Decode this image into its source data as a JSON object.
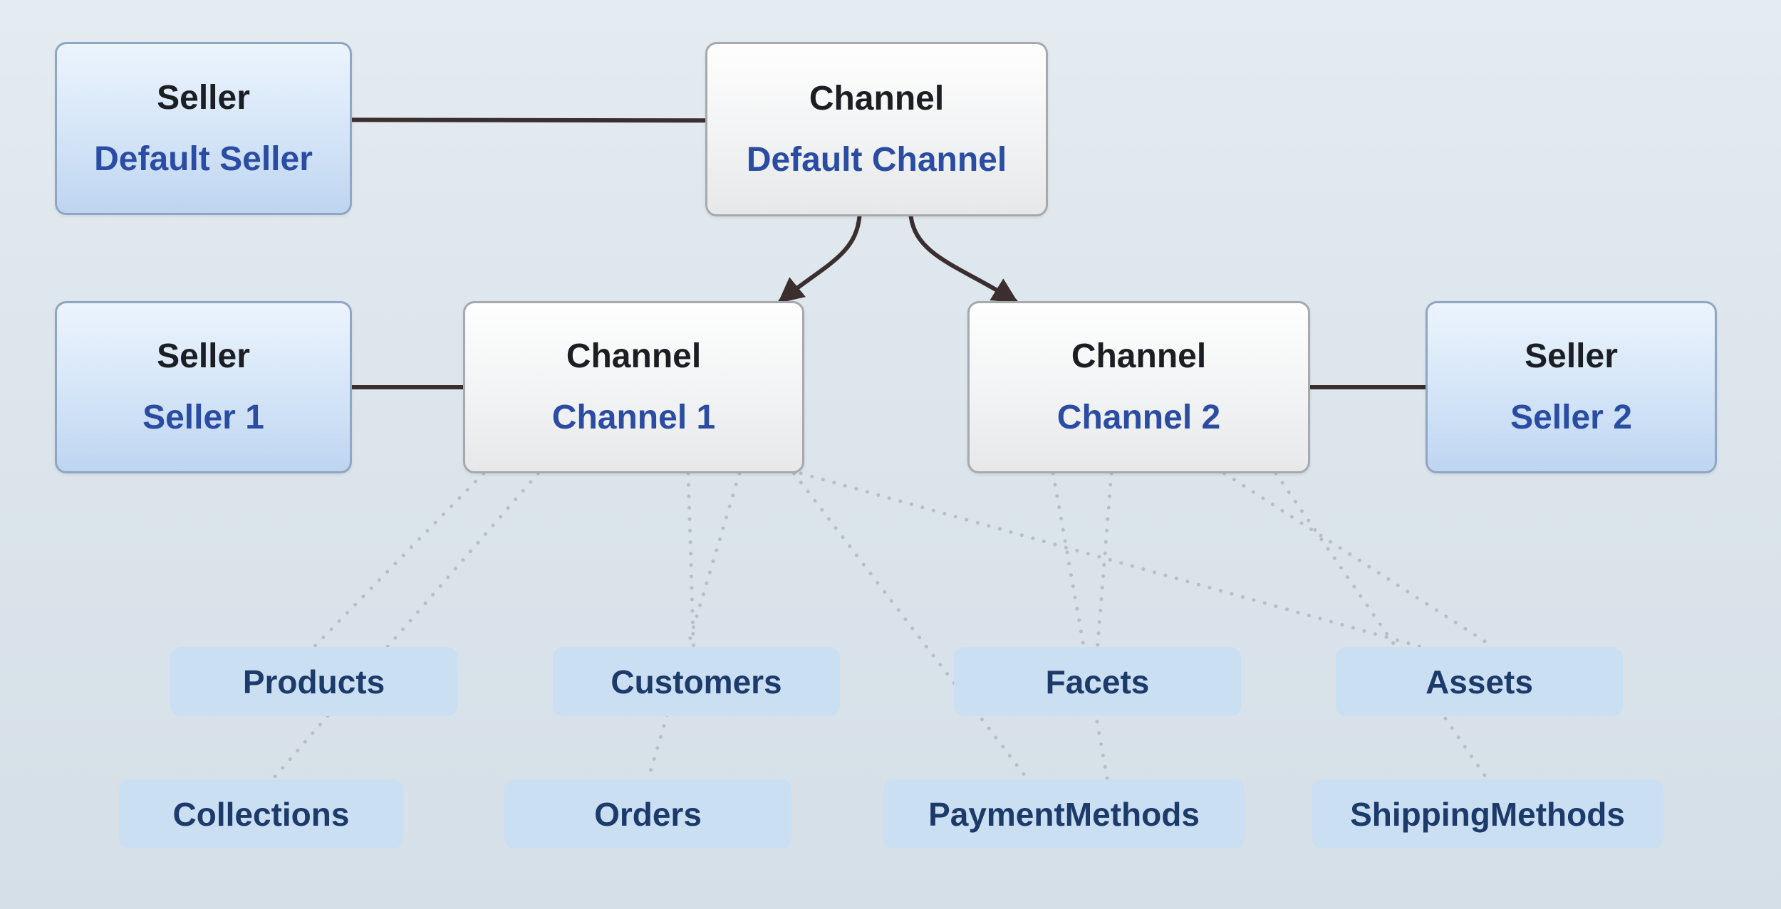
{
  "colors": {
    "bg_top": "#e4ebf1",
    "bg_mid": "#dbe4eb",
    "bg_bottom": "#d5dfe7",
    "seller_fill_top": "#ecf4fd",
    "seller_fill_mid": "#d6e6f8",
    "seller_fill_bottom": "#bed5f0",
    "seller_border": "#8fa6c4",
    "channel_fill_top": "#fefefe",
    "channel_fill_mid": "#f2f3f4",
    "channel_fill_bottom": "#e7e8e9",
    "channel_border": "#a6a9ad",
    "entity_fill": "#cbdff3",
    "entity_text": "#1c3a6a",
    "title_text": "#1b1e22",
    "subtitle_text": "#2a4da3",
    "solid_line": "#3a2e2f",
    "dotted_line": "#b8bec4"
  },
  "diagram": {
    "nodes": {
      "seller_default": {
        "title": "Seller",
        "subtitle": "Default Seller"
      },
      "channel_default": {
        "title": "Channel",
        "subtitle": "Default Channel"
      },
      "seller_1": {
        "title": "Seller",
        "subtitle": "Seller 1"
      },
      "channel_1": {
        "title": "Channel",
        "subtitle": "Channel 1"
      },
      "channel_2": {
        "title": "Channel",
        "subtitle": "Channel 2"
      },
      "seller_2": {
        "title": "Seller",
        "subtitle": "Seller 2"
      }
    },
    "entities": [
      {
        "id": "products",
        "label": "Products"
      },
      {
        "id": "customers",
        "label": "Customers"
      },
      {
        "id": "facets",
        "label": "Facets"
      },
      {
        "id": "assets",
        "label": "Assets"
      },
      {
        "id": "collections",
        "label": "Collections"
      },
      {
        "id": "orders",
        "label": "Orders"
      },
      {
        "id": "payment_methods",
        "label": "PaymentMethods"
      },
      {
        "id": "shipping_methods",
        "label": "ShippingMethods"
      }
    ],
    "connections": {
      "solid": [
        {
          "from": {
            "name": "node-seller-default",
            "side": "right",
            "t": 0.45
          },
          "to": {
            "name": "node-channel-default",
            "side": "left",
            "t": 0.45
          }
        },
        {
          "from": {
            "name": "node-seller-1",
            "side": "right",
            "t": 0.5
          },
          "to": {
            "name": "node-channel-1",
            "side": "left",
            "t": 0.5
          }
        },
        {
          "from": {
            "name": "node-channel-2",
            "side": "right",
            "t": 0.5
          },
          "to": {
            "name": "node-seller-2",
            "side": "left",
            "t": 0.5
          }
        }
      ],
      "arrows": [
        {
          "from": {
            "name": "node-channel-default",
            "side": "bottom",
            "t": 0.45
          },
          "to": {
            "name": "node-channel-1",
            "side": "top",
            "t": 0.93
          }
        },
        {
          "from": {
            "name": "node-channel-default",
            "side": "bottom",
            "t": 0.6
          },
          "to": {
            "name": "node-channel-2",
            "side": "top",
            "t": 0.14
          }
        }
      ],
      "dotted": [
        {
          "from": {
            "name": "node-channel-1",
            "side": "bottom",
            "t": 0.06
          },
          "to": {
            "name": "entity-products",
            "side": "top",
            "t": 0.5
          }
        },
        {
          "from": {
            "name": "node-channel-1",
            "side": "bottom",
            "t": 0.22
          },
          "to": {
            "name": "entity-collections",
            "side": "top",
            "t": 0.54
          }
        },
        {
          "from": {
            "name": "node-channel-1",
            "side": "bottom",
            "t": 0.66
          },
          "to": {
            "name": "entity-customers",
            "side": "top",
            "t": 0.49
          }
        },
        {
          "from": {
            "name": "node-channel-1",
            "side": "bottom",
            "t": 0.81
          },
          "to": {
            "name": "entity-orders",
            "side": "top",
            "t": 0.5
          }
        },
        {
          "from": {
            "name": "node-channel-1",
            "side": "bottom",
            "t": 0.97
          },
          "to": {
            "name": "entity-payment-methods",
            "side": "top",
            "t": 0.4
          }
        },
        {
          "from": {
            "name": "node-channel-1",
            "side": "bottom",
            "t": 0.99
          },
          "to": {
            "name": "entity-assets",
            "side": "top",
            "t": 0.3
          }
        },
        {
          "from": {
            "name": "node-channel-2",
            "side": "bottom",
            "t": 0.25
          },
          "to": {
            "name": "entity-payment-methods",
            "side": "top",
            "t": 0.62
          }
        },
        {
          "from": {
            "name": "node-channel-2",
            "side": "bottom",
            "t": 0.42
          },
          "to": {
            "name": "entity-facets",
            "side": "top",
            "t": 0.5
          }
        },
        {
          "from": {
            "name": "node-channel-2",
            "side": "bottom",
            "t": 0.75
          },
          "to": {
            "name": "entity-assets",
            "side": "top",
            "t": 0.55
          }
        },
        {
          "from": {
            "name": "node-channel-2",
            "side": "bottom",
            "t": 0.9
          },
          "to": {
            "name": "entity-shipping-methods",
            "side": "top",
            "t": 0.5
          }
        }
      ]
    }
  }
}
